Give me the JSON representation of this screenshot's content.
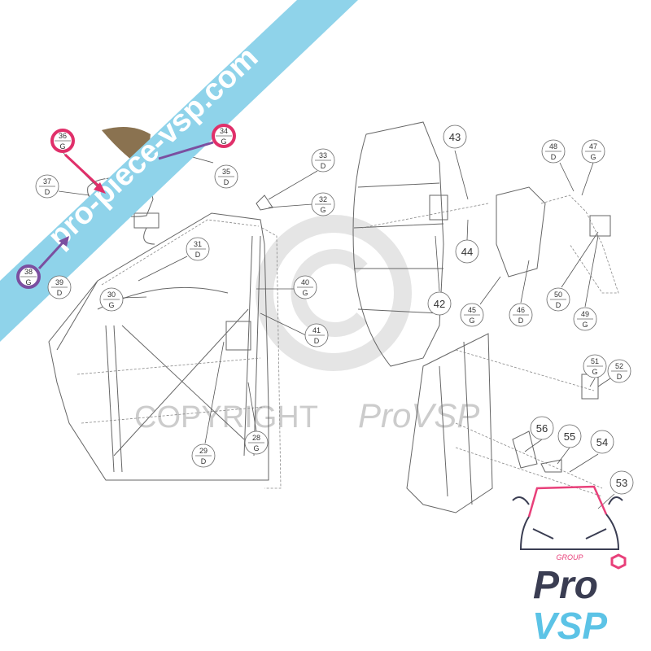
{
  "watermark": {
    "banner_text": "pro-piece-vsp.com",
    "banner_color": "#8fd3ea",
    "copyright_text": "COPYRIGHT",
    "copyright_brand": "ProVSP"
  },
  "callouts": [
    {
      "num": "36",
      "side": "G",
      "highlight": "#e0306a"
    },
    {
      "num": "34",
      "side": "G",
      "highlight": "#e0306a"
    },
    {
      "num": "35",
      "side": "D"
    },
    {
      "num": "37",
      "side": "D"
    },
    {
      "num": "38",
      "side": "G",
      "highlight": "#7b4fa0"
    },
    {
      "num": "39",
      "side": "D"
    },
    {
      "num": "33",
      "side": "D"
    },
    {
      "num": "32",
      "side": "G"
    },
    {
      "num": "31",
      "side": "D"
    },
    {
      "num": "30",
      "side": "G"
    },
    {
      "num": "40",
      "side": "G"
    },
    {
      "num": "41",
      "side": "D"
    },
    {
      "num": "29",
      "side": "D"
    },
    {
      "num": "28",
      "side": "G"
    },
    {
      "num": "45",
      "side": "G"
    },
    {
      "num": "46",
      "side": "D"
    },
    {
      "num": "48",
      "side": "D"
    },
    {
      "num": "47",
      "side": "G"
    },
    {
      "num": "50",
      "side": "D"
    },
    {
      "num": "49",
      "side": "G"
    },
    {
      "num": "51",
      "side": "G"
    },
    {
      "num": "52",
      "side": "D"
    }
  ],
  "single_callouts": [
    "43",
    "44",
    "42",
    "56",
    "55",
    "54",
    "53"
  ],
  "logo": {
    "group": "GROUP",
    "pro": "Pro",
    "vsp": "VSP",
    "dark_color": "#3a3d52",
    "accent_color": "#e8407a",
    "light_color": "#5cc3e6"
  }
}
